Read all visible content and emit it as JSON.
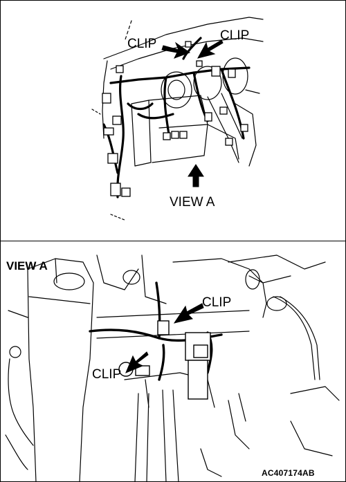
{
  "top_panel": {
    "clip_left": "CLIP",
    "clip_right": "CLIP",
    "view_label": "VIEW A"
  },
  "bottom_panel": {
    "heading": "VIEW A",
    "clip_upper": "CLIP",
    "clip_lower": "CLIP"
  },
  "figure_code": "AC407174AB",
  "colors": {
    "line": "#000000",
    "background": "#ffffff"
  }
}
